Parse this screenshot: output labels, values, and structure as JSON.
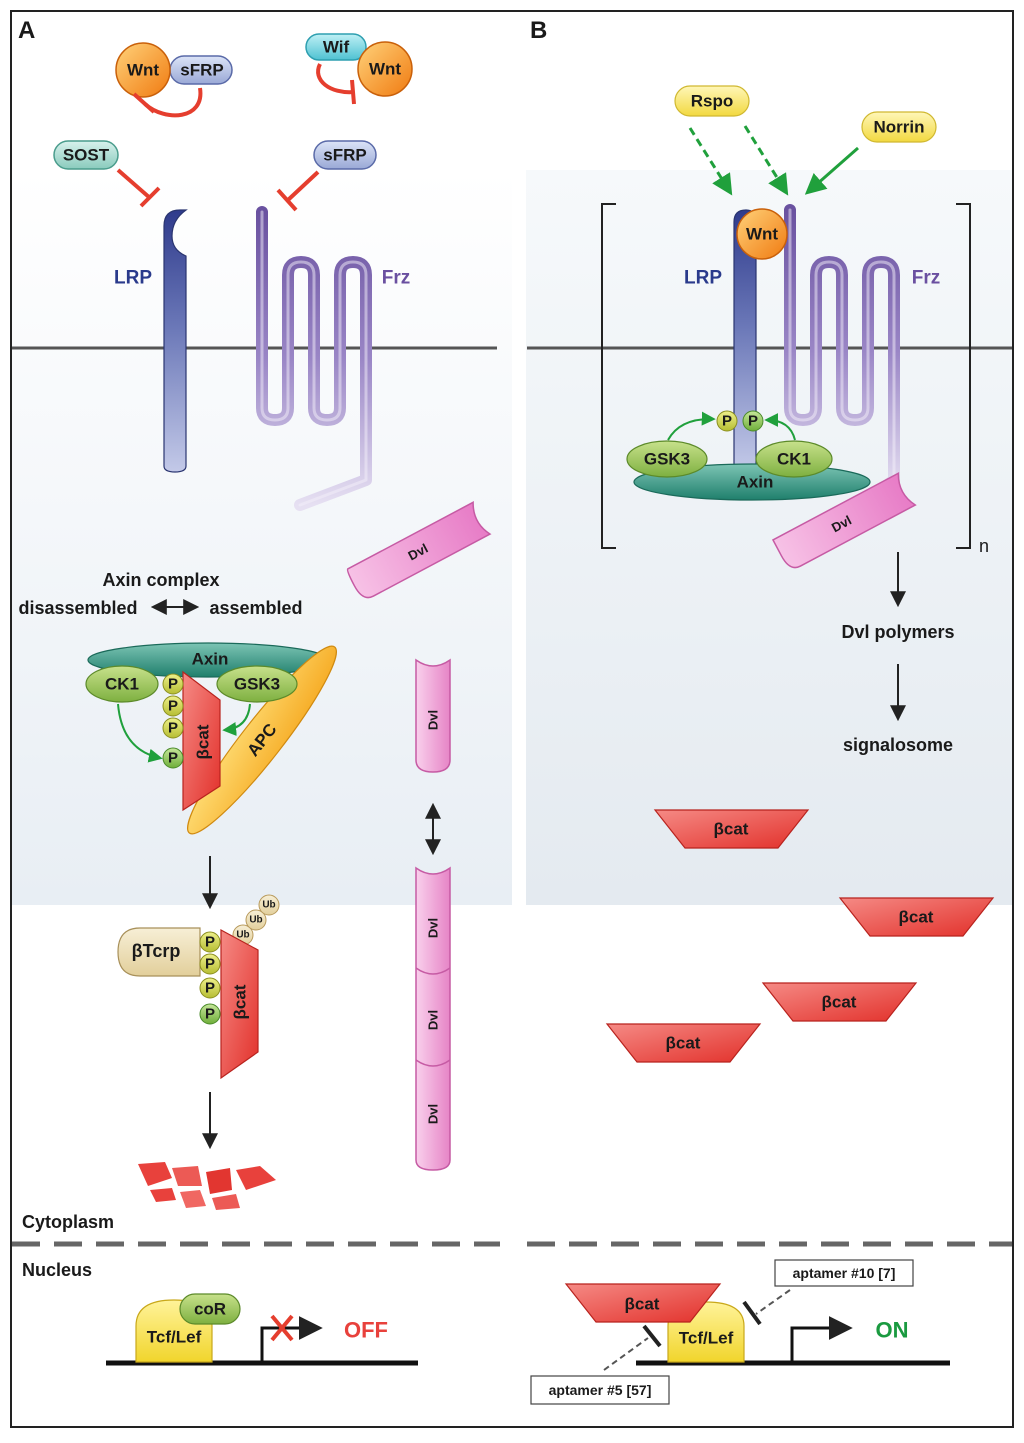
{
  "panels": {
    "a": "A",
    "b": "B"
  },
  "ligands": {
    "wnt": "Wnt",
    "sfrp": "sFRP",
    "wif": "Wif",
    "sost": "SOST",
    "rspo": "Rspo",
    "norrin": "Norrin"
  },
  "receptors": {
    "lrp": "LRP",
    "frz": "Frz"
  },
  "proteins": {
    "dvl": "Dvl",
    "axin": "Axin",
    "ck1": "CK1",
    "gsk3": "GSK3",
    "apc": "APC",
    "bcat": "βcat",
    "btcrp": "βTcrp",
    "p": "P",
    "ub": "Ub",
    "cor": "coR",
    "tcf": "Tcf/Lef"
  },
  "labels": {
    "axin_complex": "Axin complex",
    "disassembled": "disassembled",
    "assembled": "assembled",
    "dvl_polymers": "Dvl polymers",
    "signalosome": "signalosome",
    "cytoplasm": "Cytoplasm",
    "nucleus": "Nucleus",
    "off": "OFF",
    "on": "ON",
    "n": "n",
    "aptamer10": "aptamer #10 [7]",
    "aptamer5": "aptamer #5 [57]"
  },
  "colors": {
    "wnt": "#f7941d",
    "frz": "#7b64a8",
    "lrp": "#3c4a94",
    "dvl": "#f4a6d7",
    "bcat": "#e8413c",
    "axin": "#2a8c7a",
    "ck1": "#9cc55a",
    "apc": "#f7b92b",
    "tcf": "#f6e35a",
    "inhibit": "#e53e2e",
    "activate": "#20a03c"
  }
}
